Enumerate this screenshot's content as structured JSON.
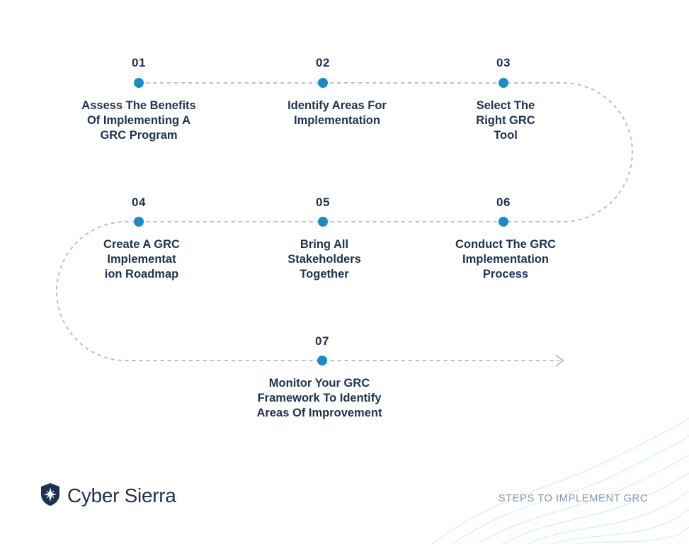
{
  "steps": [
    {
      "num": "01",
      "label": "Assess The Benefits\nOf Implementing A\nGRC Program"
    },
    {
      "num": "02",
      "label": "Identify Areas For\nImplementation"
    },
    {
      "num": "03",
      "label": "Select The\nRight GRC\nTool"
    },
    {
      "num": "04",
      "label": "Create A GRC\nImplementat\nion Roadmap"
    },
    {
      "num": "05",
      "label": "Bring All\nStakeholders\nTogether"
    },
    {
      "num": "06",
      "label": "Conduct The GRC\nImplementation\nProcess"
    },
    {
      "num": "07",
      "label": "Monitor Your GRC\nFramework To Identify\nAreas Of Improvement"
    }
  ],
  "brand": {
    "name": "Cyber Sierra",
    "logo_icon": "shield-compass-icon"
  },
  "footer": {
    "caption": "STEPS TO IMPLEMENT GRC"
  },
  "colors": {
    "accent_dot": "#1a8bc4",
    "text": "#1f3150",
    "path": "#b8c0cc",
    "wave": "#bfe6f0"
  }
}
